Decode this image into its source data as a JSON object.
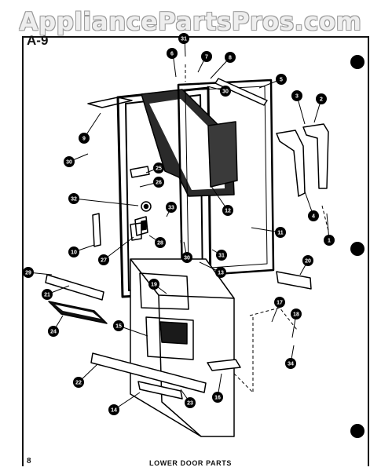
{
  "watermark": "AppliancePartsPros.com",
  "figure_label": "A-9",
  "page_number": "8",
  "caption": "LOWER DOOR PARTS",
  "callouts": [
    "31",
    "6",
    "7",
    "8",
    "5",
    "30",
    "3",
    "2",
    "9",
    "30",
    "25",
    "26",
    "32",
    "33",
    "12",
    "4",
    "1",
    "11",
    "10",
    "28",
    "30",
    "31",
    "13",
    "27",
    "20",
    "29",
    "21",
    "19",
    "17",
    "18",
    "24",
    "15",
    "34",
    "22",
    "16",
    "23",
    "14"
  ]
}
